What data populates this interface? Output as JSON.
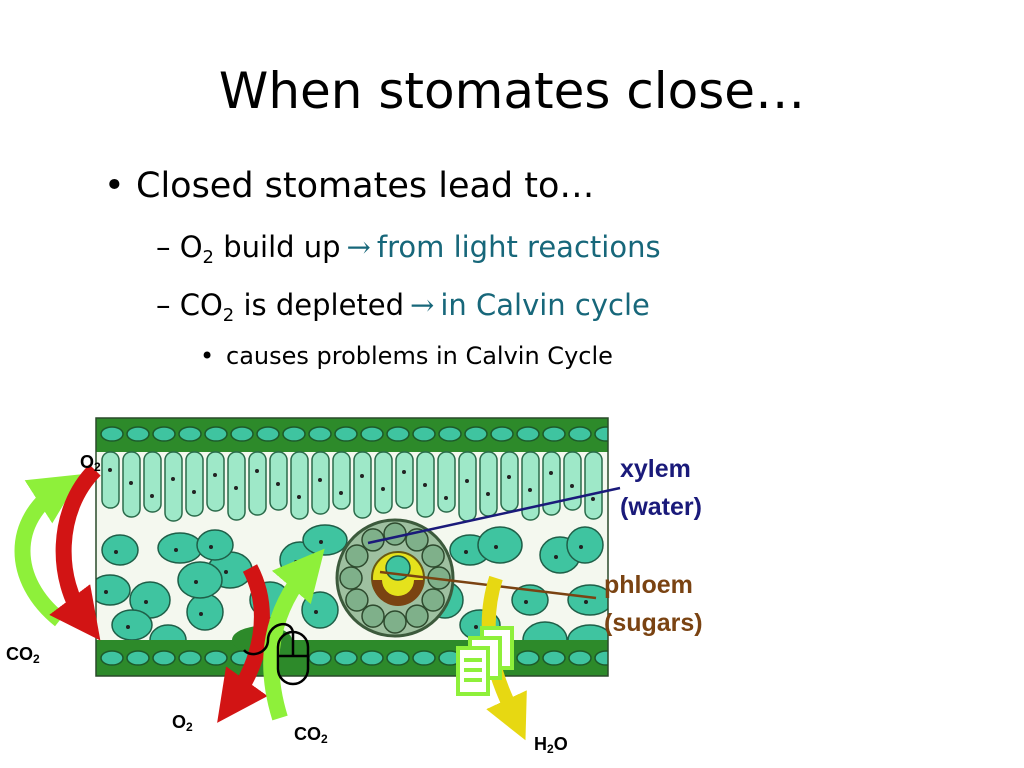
{
  "title": "When stomates close…",
  "bullets": {
    "main": "Closed stomates lead to…",
    "sub1": {
      "prefix": "– O",
      "sub": "2",
      "mid": " build up",
      "arrow": "→",
      "tail": "from light reactions"
    },
    "sub2": {
      "prefix": "– CO",
      "sub": "2",
      "mid": " is depleted",
      "arrow": "→",
      "tail": "in Calvin cycle"
    },
    "sub3": "causes problems in Calvin Cycle"
  },
  "labels": {
    "xylem_line1": "xylem",
    "xylem_line2": "(water)",
    "phloem_line1": "phloem",
    "phloem_line2": "(sugars)",
    "o2_left": {
      "main": "O",
      "sub": "2"
    },
    "co2_left": {
      "main": "CO",
      "sub": "2"
    },
    "o2_bottom": {
      "main": "O",
      "sub": "2"
    },
    "co2_bottom": {
      "main": "CO",
      "sub": "2"
    },
    "h2o_bottom": {
      "pre": "H",
      "sub": "2",
      "post": "O"
    }
  },
  "colors": {
    "cell_fill": "#3fc4a0",
    "cell_light": "#9ee8c8",
    "border_green": "#2d8a2a",
    "arrow_green": "#8ef03a",
    "arrow_red": "#d21414",
    "arrow_yellow": "#e7d812",
    "xylem_line": "#1a1a7a",
    "phloem_line": "#7a4312"
  }
}
